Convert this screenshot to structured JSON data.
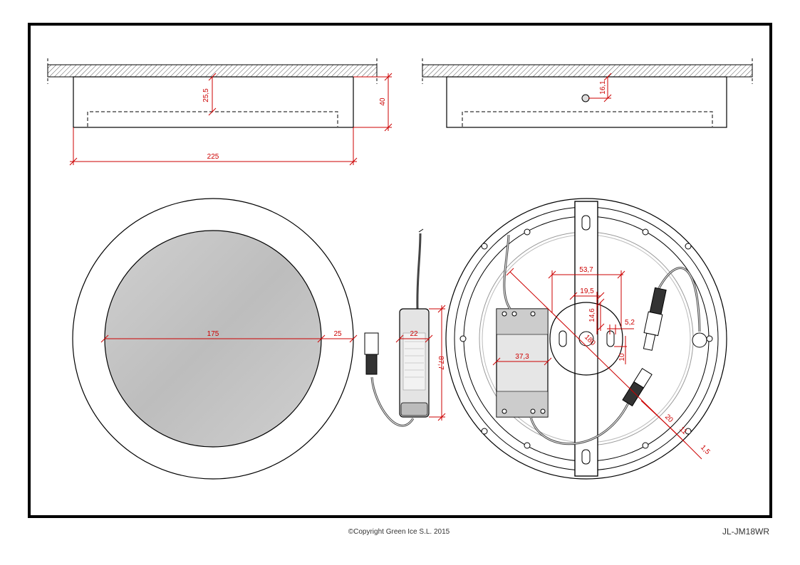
{
  "dimensions": {
    "d_25_5": "25,5",
    "d_40": "40",
    "d_225": "225",
    "d_16_1": "16,1",
    "d_175": "175",
    "d_25": "25",
    "d_22": "22",
    "d_87_7": "87,7",
    "d_53_7": "53,7",
    "d_19_5": "19,5",
    "d_14_6": "14,6",
    "d_5_2": "5,2",
    "d_10": "10",
    "d_37_3": "37,3",
    "d_180": "180",
    "d_20": "20",
    "d_11": "11",
    "d_1_5": "1,5"
  },
  "footer": {
    "copyright": "©Copyright Green Ice S.L. 2015",
    "model": "JL-JM18WR"
  },
  "colors": {
    "line": "#000000",
    "dimension": "#cc0000",
    "lens_fill": "#c8c8c8",
    "driver_fill": "#d8d8d8"
  }
}
